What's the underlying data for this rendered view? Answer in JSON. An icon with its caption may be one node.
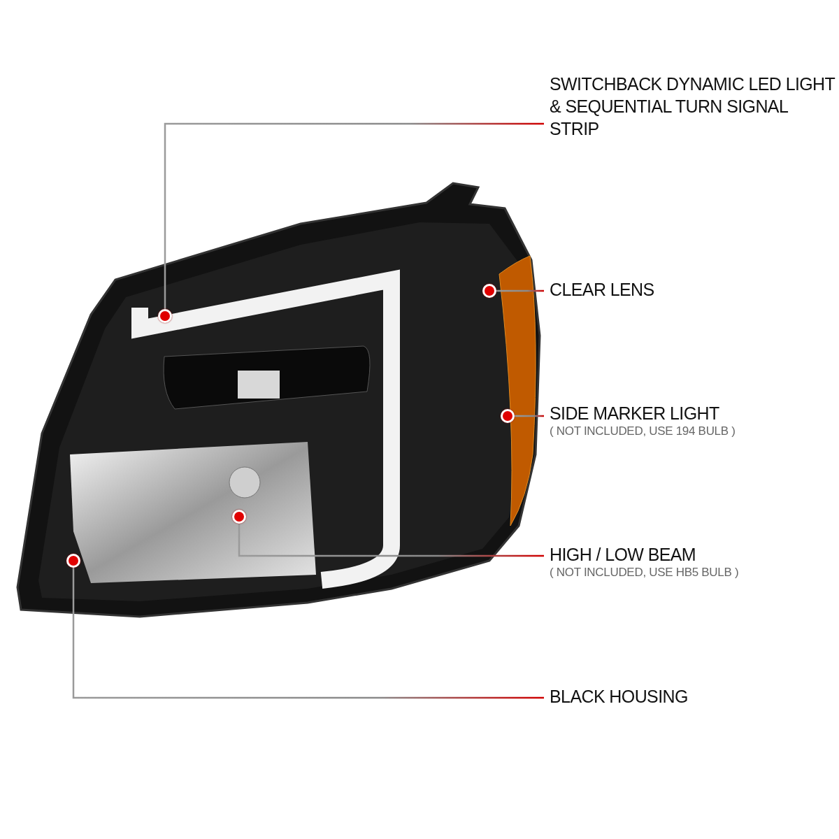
{
  "diagram": {
    "nodes": [
      {
        "text": [
          "SWITCHBACK DYNAMIC LED LIGHT & SEQUENTIAL TURN SIGNAL STRIP"
        ]
      },
      {
        "text": [
          "CLEAR LENS"
        ]
      },
      {
        "text": [
          "SIDE MARKER LIGHT"
        ],
        "beside": [
          "( NOT INCLUDED, USE 194 BULB )"
        ]
      },
      {
        "text": [
          "HIGH / LOW BEAM"
        ],
        "beside": [
          "( NOT INCLUDED, USE HB5 BULB )"
        ]
      },
      {
        "text": [
          "BLACK HOUSING"
        ]
      },
      {
        "text": [],
        "shape": "circle"
      },
      {
        "text": [],
        "shape": "circle"
      },
      {
        "text": [],
        "shape": "circle"
      },
      {
        "text": [],
        "shape": "circle"
      },
      {
        "text": [],
        "shape": "circle"
      }
    ],
    "edges": [
      {
        "from": 0,
        "to": 5,
        "arrow": "none"
      },
      {
        "from": 1,
        "to": 6,
        "arrow": "none"
      },
      {
        "from": 2,
        "to": 7,
        "arrow": "none"
      },
      {
        "from": 3,
        "to": 8,
        "arrow": "none"
      },
      {
        "from": 4,
        "to": 9,
        "arrow": "none"
      }
    ]
  }
}
